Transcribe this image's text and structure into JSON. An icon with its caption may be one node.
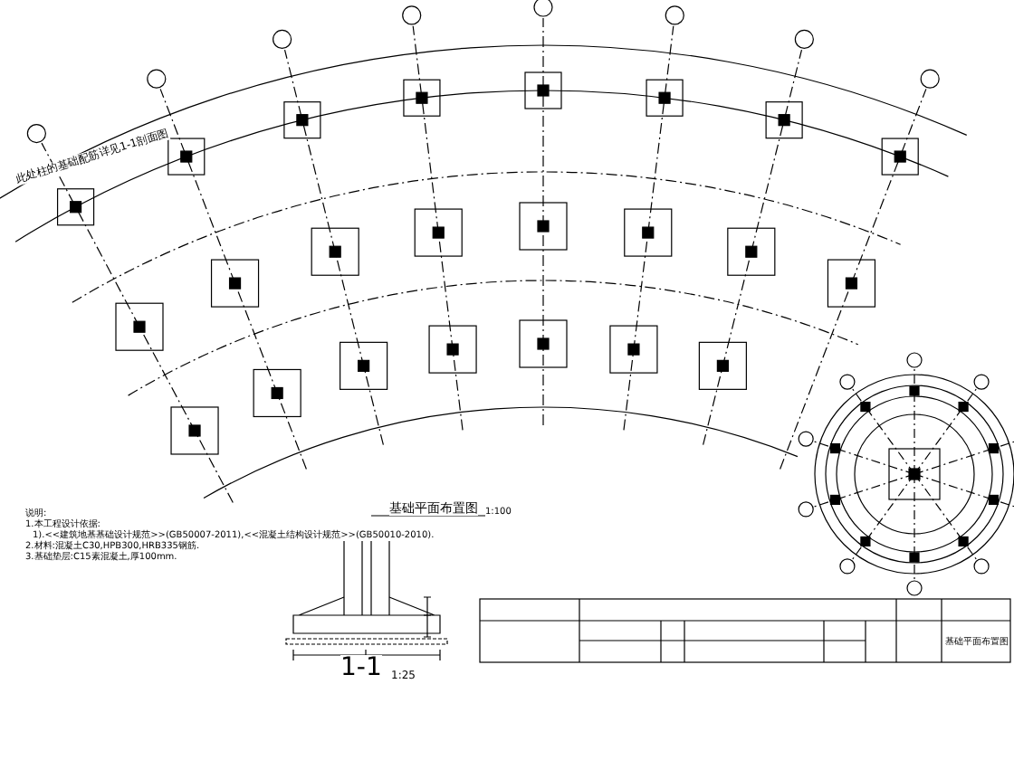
{
  "diagram": {
    "title": "基础平面布置图",
    "labels": [
      "此处柱的基础配筋详见1-1剖面图",
      "说明:",
      "1.本工程设计依据:",
      "1).<<建筑地基基础设计规范>>(GB50007-2011),<<混凝土结构设计规范>>(GB50010-2010).",
      "2.材料:混凝土C30,HPB300,HRB335钢筋.",
      "3.基础垫层:C15素混凝土,厚100mm.",
      "1-1",
      "1:25",
      "1:100",
      "基础平面布置图"
    ]
  }
}
